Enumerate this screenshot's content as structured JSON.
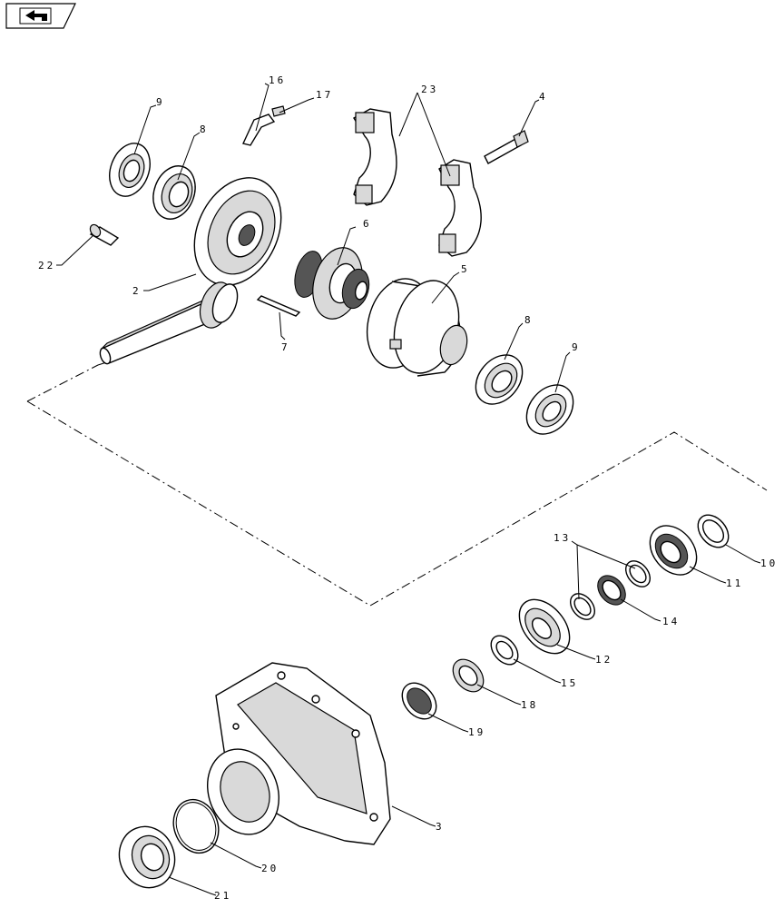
{
  "nav_icon": "back-arrow-icon",
  "callouts": {
    "c2": "2",
    "c3": "3",
    "c4": "4",
    "c5": "5",
    "c6": "6",
    "c7": "7",
    "c8a": "8",
    "c8b": "8",
    "c9a": "9",
    "c9b": "9",
    "c10": "10",
    "c11": "11",
    "c12": "12",
    "c13": "13",
    "c14": "14",
    "c15": "15",
    "c16": "16",
    "c17": "17",
    "c18": "18",
    "c19": "19",
    "c20": "20",
    "c21": "21",
    "c22": "22",
    "c23": "23"
  }
}
